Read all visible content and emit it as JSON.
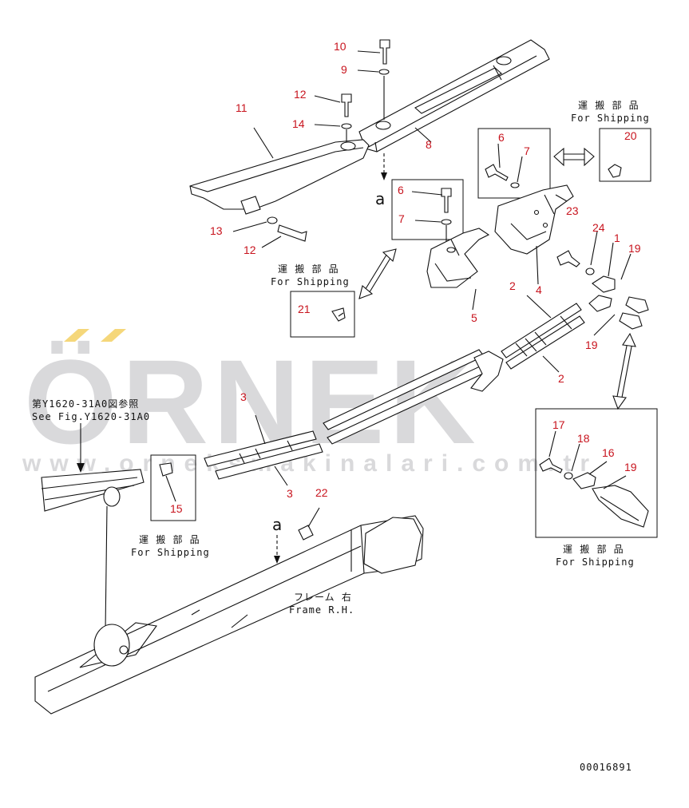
{
  "watermark": {
    "brand": "ÖRNEK",
    "url": "www.orneksmakinalari.com.tr",
    "color": "#d9d9db",
    "accent": "#f5d77a"
  },
  "callouts": {
    "c10": "10",
    "c9": "9",
    "c12a": "12",
    "c11": "11",
    "c14": "14",
    "c8": "8",
    "c13": "13",
    "c12b": "12",
    "c6a": "6",
    "c7a": "7",
    "c6b": "6",
    "c7b": "7",
    "c20": "20",
    "c23": "23",
    "c24": "24",
    "c1": "1",
    "c19a": "19",
    "c5": "5",
    "c4": "4",
    "c2a": "2",
    "c19b": "19",
    "c2b": "2",
    "c21": "21",
    "c3a": "3",
    "c3b": "3",
    "c15": "15",
    "c17": "17",
    "c18": "18",
    "c16": "16",
    "c19c": "19",
    "c22": "22"
  },
  "labels": {
    "shipping_jp": "運 搬 部 品",
    "shipping_en": "For Shipping",
    "view_a": "a",
    "see_fig_jp": "第Y1620-31A0図参照",
    "see_fig_en": "See Fig.Y1620-31A0",
    "frame_jp": "フレーム 右",
    "frame_en": "Frame R.H.",
    "drawing_no": "00016891"
  }
}
